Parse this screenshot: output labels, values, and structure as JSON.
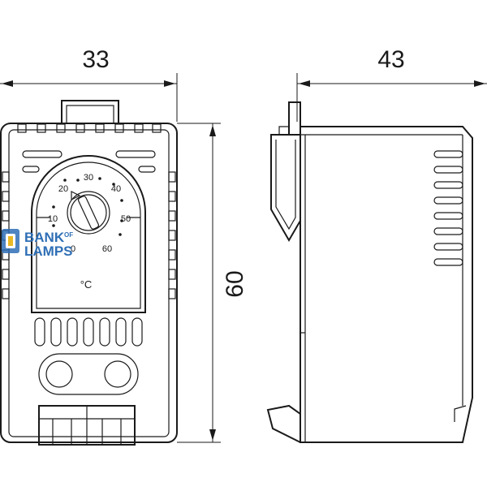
{
  "dimensions": {
    "front_width": "33",
    "side_depth": "43",
    "height": "60"
  },
  "dial": {
    "scale_labels": [
      "0",
      "10",
      "20",
      "30",
      "40",
      "50",
      "60"
    ],
    "unit": "°C"
  },
  "watermark": {
    "line1": "BANK",
    "line1_small": "OF",
    "line2": "LAMPS",
    "color": "#2f6fb6"
  }
}
